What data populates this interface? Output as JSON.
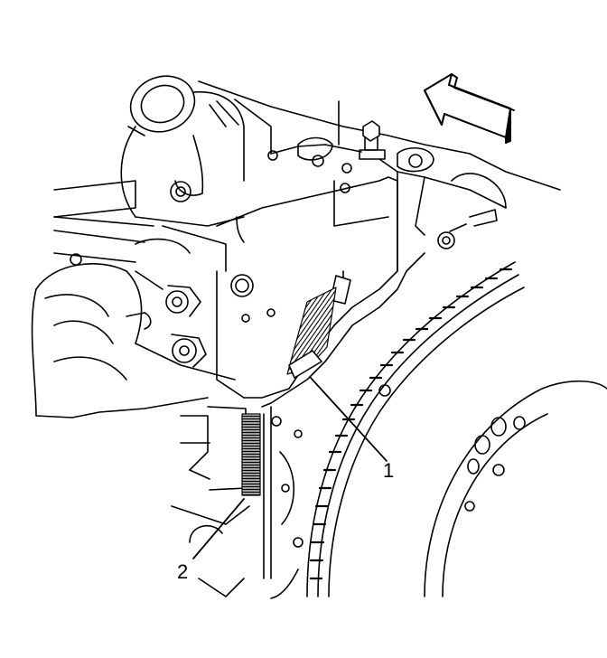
{
  "callouts": [
    {
      "id": "1",
      "text": "1"
    },
    {
      "id": "2",
      "text": "2"
    }
  ],
  "icons": [
    "direction-arrow-icon"
  ],
  "colors": {
    "line": "#000000",
    "background": "#ffffff"
  }
}
